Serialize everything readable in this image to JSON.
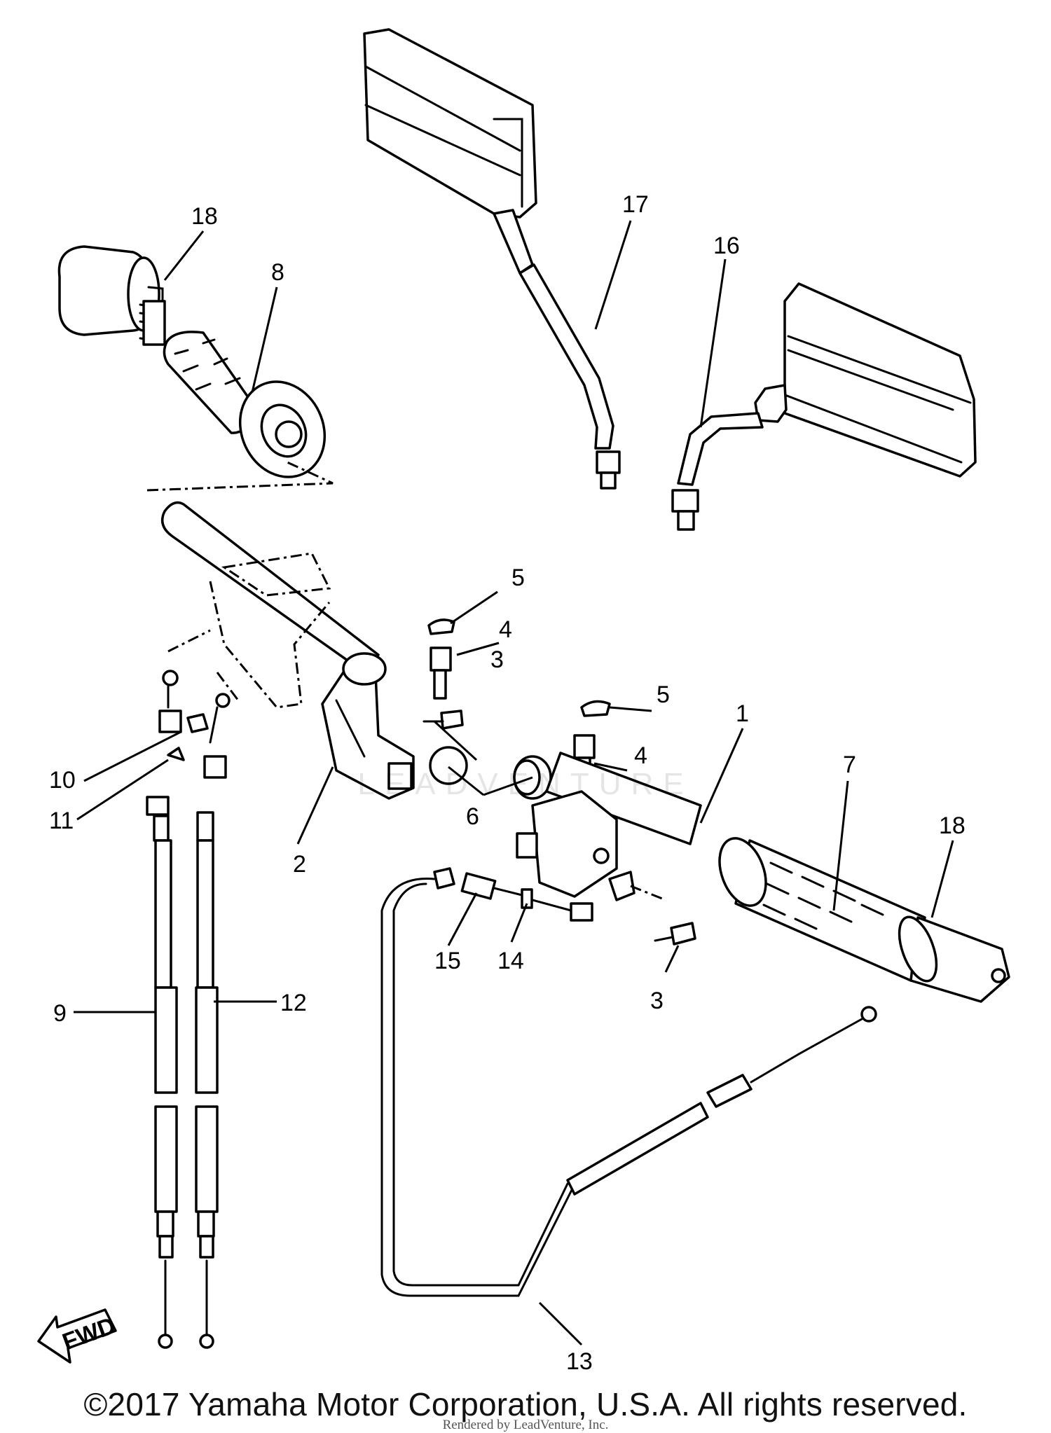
{
  "callouts": [
    "1",
    "2",
    "3",
    "3",
    "4",
    "4",
    "5",
    "5",
    "6",
    "7",
    "8",
    "9",
    "10",
    "11",
    "12",
    "13",
    "14",
    "15",
    "16",
    "17",
    "18",
    "18"
  ],
  "fwd_label": "FWD",
  "brand_watermark": "LEADVENTURE",
  "copyright": "©2017 Yamaha Motor Corporation, U.S.A. All rights reserved.",
  "rendered_by": "Rendered by LeadVenture, Inc."
}
